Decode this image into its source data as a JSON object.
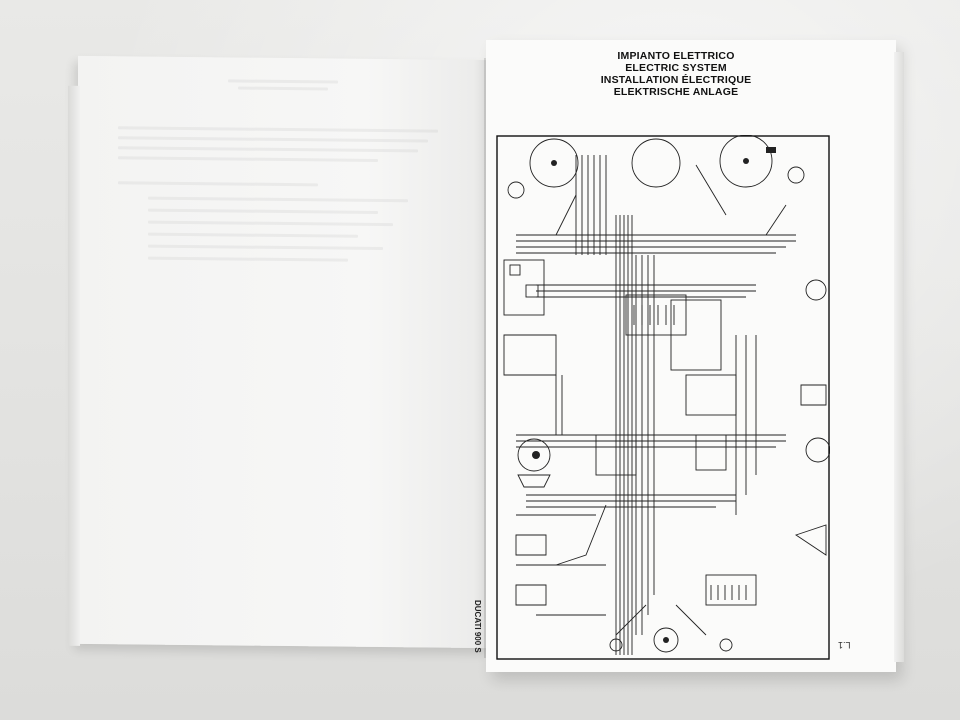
{
  "scene": {
    "description_free": true
  },
  "right_page": {
    "heading": {
      "line1": "IMPIANTO ELETTRICO",
      "line2": "ELECTRIC SYSTEM",
      "line3": "INSTALLATION ÉLECTRIQUE",
      "line4": "ELEKTRISCHE ANLAGE"
    },
    "side_label": "DUCATI 900 S",
    "page_number": "L.1"
  },
  "colors": {
    "page": "#fbfbfa",
    "ink": "#111111",
    "table": "#e4e4e2"
  }
}
